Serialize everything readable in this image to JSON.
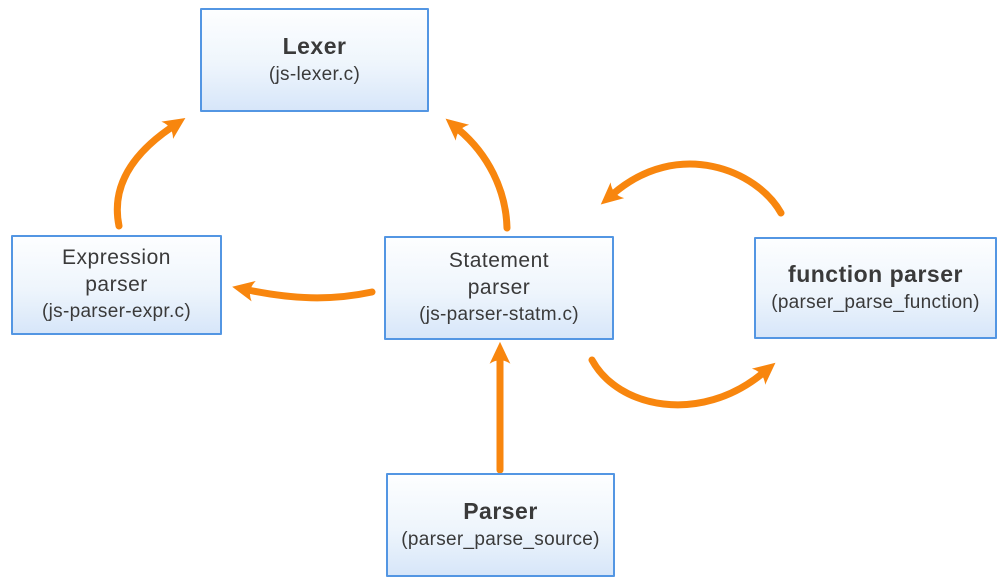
{
  "colors": {
    "box_border": "#5396e3",
    "box_fill_top": "#fdfeff",
    "box_fill_bottom": "#d7e6f9",
    "arrow": "#f8860e",
    "text": "#3a3a3a",
    "background": "#ffffff"
  },
  "diagram": {
    "type": "flow-diagram",
    "nodes": [
      {
        "id": "lexer",
        "title": "Lexer",
        "subtitle": "(js-lexer.c)"
      },
      {
        "id": "expression-parser",
        "title": "Expression\nparser",
        "subtitle": "(js-parser-expr.c)"
      },
      {
        "id": "statement-parser",
        "title": "Statement\nparser",
        "subtitle": "(js-parser-statm.c)"
      },
      {
        "id": "function-parser",
        "title": "function parser",
        "subtitle": "(parser_parse_function)"
      },
      {
        "id": "parser",
        "title": "Parser",
        "subtitle": "(parser_parse_source)"
      }
    ],
    "edges": [
      {
        "from": "expression-parser",
        "to": "lexer",
        "style": "curved"
      },
      {
        "from": "statement-parser",
        "to": "lexer",
        "style": "curved"
      },
      {
        "from": "statement-parser",
        "to": "expression-parser",
        "style": "curved"
      },
      {
        "from": "function-parser",
        "to": "statement-parser",
        "style": "arc-over"
      },
      {
        "from": "statement-parser",
        "to": "function-parser",
        "style": "arc-under"
      },
      {
        "from": "parser",
        "to": "statement-parser",
        "style": "straight-up"
      }
    ]
  }
}
